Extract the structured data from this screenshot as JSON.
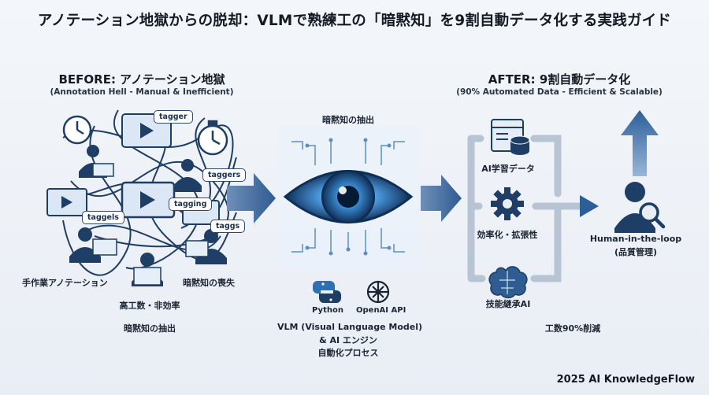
{
  "title": "アノテーション地獄からの脱却：VLMで熟練工の「暗黙知」を9割自動データ化する実践ガイド",
  "before": {
    "heading": "BEFORE: アノテーション地獄",
    "subheading": "(Annotation Hell - Manual & Inefficient)",
    "tags": [
      "tagger",
      "taggers",
      "tagging",
      "taggels",
      "taggs"
    ],
    "label_manual": "手作業アノテーション",
    "label_loss": "暗黙知の喪失",
    "label_cost": "高工数・非効率",
    "bottom_label": "暗黙知の抽出"
  },
  "middle": {
    "top_label": "暗黙知の抽出",
    "python_label": "Python",
    "openai_label": "OpenAI API",
    "bottom_line1": "VLM (Visual Language Model)",
    "bottom_line2": "& AI エンジン",
    "bottom_line3": "自動化プロセス"
  },
  "after": {
    "heading": "AFTER: 9割自動データ化",
    "subheading": "(90% Automated Data - Efficient & Scalable)",
    "item_data": "AI学習データ",
    "item_efficiency": "効率化・拡張性",
    "item_skill": "技能継承AI",
    "hitl_line1": "Human-in-the-loop",
    "hitl_line2": "(品質管理)",
    "bottom_label": "工数90%削減"
  },
  "brand": "2025 AI KnowledgeFlow",
  "colors": {
    "navy": "#1f3e66",
    "blue": "#2f6fb3",
    "light": "#9cc3e6",
    "gray_arrow": "#9aa9bd"
  }
}
